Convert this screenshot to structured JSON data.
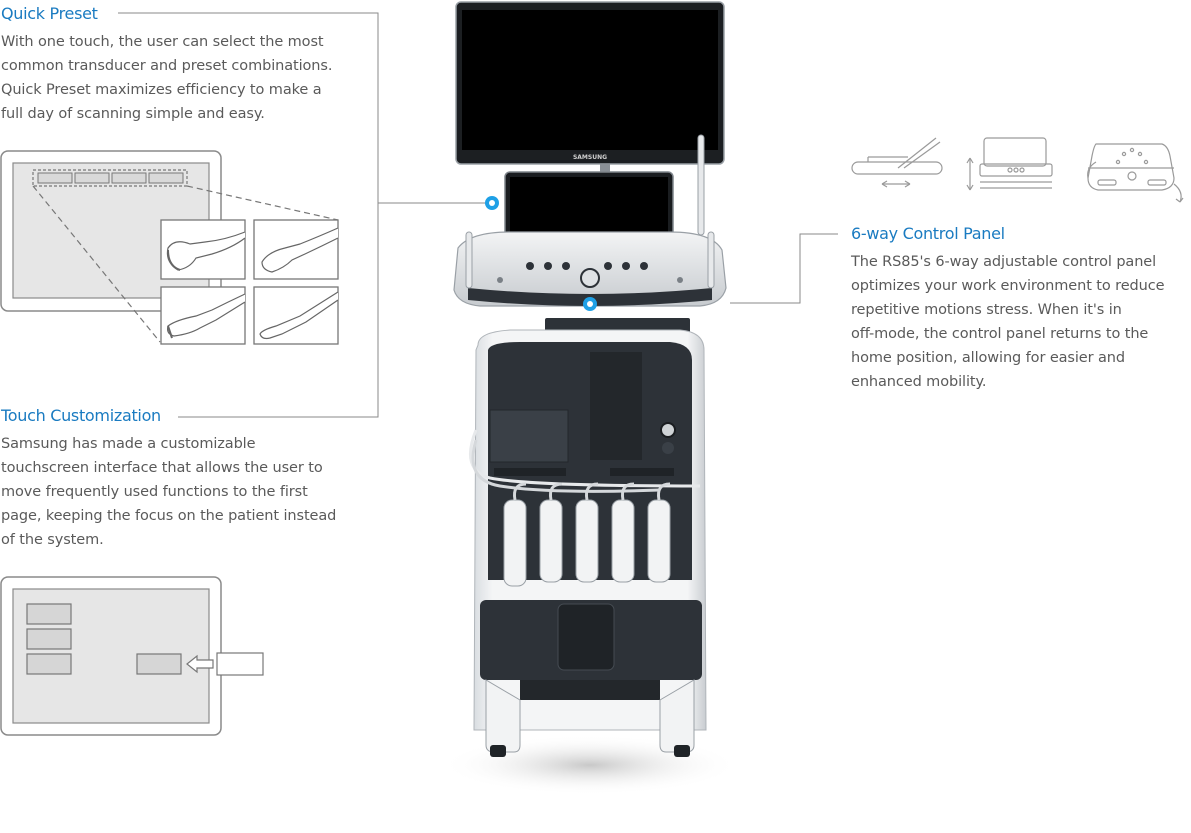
{
  "sections": {
    "quick_preset": {
      "title": "Quick Preset",
      "lines": [
        "With one touch, the user can select the most",
        "common transducer and preset combinations.",
        "Quick Preset maximizes efficiency to make a",
        "full day of scanning simple and easy."
      ]
    },
    "touch_customization": {
      "title": "Touch Customization",
      "lines": [
        "Samsung has made a customizable",
        "touchscreen interface that allows the user to",
        "move frequently used functions to the first",
        "page, keeping the focus on the patient instead",
        "of the system."
      ]
    },
    "control_panel": {
      "title": "6-way Control Panel",
      "lines": [
        "The RS85's 6-way adjustable control panel",
        "optimizes your work environment to reduce",
        "repetitive motions stress. When it's in",
        "off-mode, the control panel returns to the",
        "home position, allowing for easier and",
        "enhanced mobility."
      ]
    }
  },
  "device": {
    "brand": "SAMSUNG"
  },
  "colors": {
    "accent": "#1a7bc1",
    "hotspot": "#1ea0e6",
    "line": "#888888",
    "panel_fill": "#e6e6e6",
    "device_dark": "#2d3238"
  }
}
